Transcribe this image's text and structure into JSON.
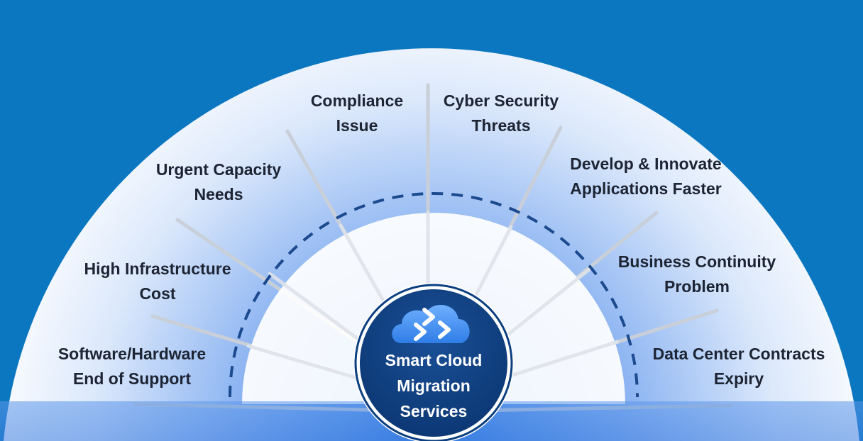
{
  "center": {
    "title_lines": [
      "Smart Cloud",
      "Migration",
      "Services"
    ],
    "icon": "cloud-forward-icon"
  },
  "spokes": [
    {
      "id": "software-hardware",
      "lines": [
        "Software/Hardware",
        "End of Support"
      ]
    },
    {
      "id": "high-infrastructure",
      "lines": [
        "High Infrastructure",
        "Cost"
      ]
    },
    {
      "id": "urgent-capacity",
      "lines": [
        "Urgent Capacity",
        "Needs"
      ]
    },
    {
      "id": "compliance",
      "lines": [
        "Compliance",
        "Issue"
      ]
    },
    {
      "id": "cyber-security",
      "lines": [
        "Cyber Security",
        "Threats"
      ]
    },
    {
      "id": "develop-innovate",
      "lines": [
        "Develop & Innovate",
        "Applications Faster"
      ]
    },
    {
      "id": "business-continuity",
      "lines": [
        "Business Continuity",
        "Problem"
      ]
    },
    {
      "id": "data-center",
      "lines": [
        "Data Center Contracts",
        "Expiry"
      ]
    }
  ],
  "colors": {
    "background": "#0a77c0",
    "center_circle": "#0c3f80",
    "dashed_arc": "#1b4a8f",
    "text": "#1d2433"
  }
}
